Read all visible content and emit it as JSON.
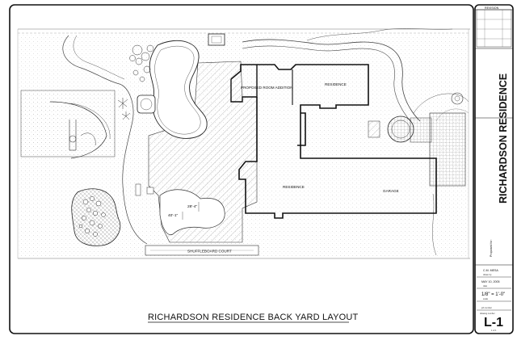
{
  "drawing": {
    "title": "RICHARDSON RESIDENCE BACK YARD LAYOUT",
    "labels": {
      "proposed_room_addition": "PROPOSED ROOM ADDITION",
      "residence_upper": "RESIDENCE",
      "residence_lower": "RESIDENCE",
      "garage": "GARAGE",
      "shuffleboard_court": "SHUFFLEBOARD COURT",
      "dim_1": "28'-4\"",
      "dim_2": "40'-1\""
    }
  },
  "title_block": {
    "revision_header": "REVISION",
    "project_name": "RICHARDSON RESIDENCE",
    "proposed_for": "Proposed for:",
    "drawn_by_value": "C.M. MESA",
    "drawn_by_label": "drawn by",
    "date_value": "MAY 10, 2005",
    "date_label": "date",
    "scale_value": "1/8\" = 1'-0\"",
    "scale_label": "scale",
    "job_number_label": "job number",
    "sheet_number_label": "drawing number",
    "sheet_number": "L-1",
    "sheet_of": "1 of 1"
  },
  "colors": {
    "line": "#111111",
    "hatch": "#8c8c8c",
    "paper": "#ffffff"
  }
}
